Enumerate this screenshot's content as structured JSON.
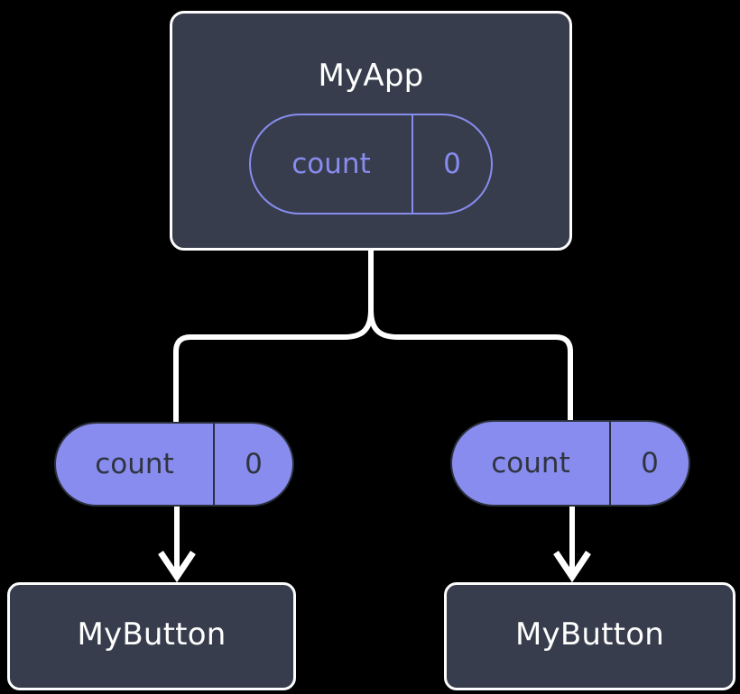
{
  "diagram": {
    "background_color": "#000000",
    "accent_color": "#888cee",
    "box_fill_color": "#373d4c",
    "box_border_color": "#fdfdfd",
    "connector_color": "#ffffff",
    "root": {
      "title": "MyApp",
      "state": {
        "key": "count",
        "value": "0"
      }
    },
    "children": [
      {
        "title": "MyButton",
        "props": {
          "key": "count",
          "value": "0"
        }
      },
      {
        "title": "MyButton",
        "props": {
          "key": "count",
          "value": "0"
        }
      }
    ]
  }
}
